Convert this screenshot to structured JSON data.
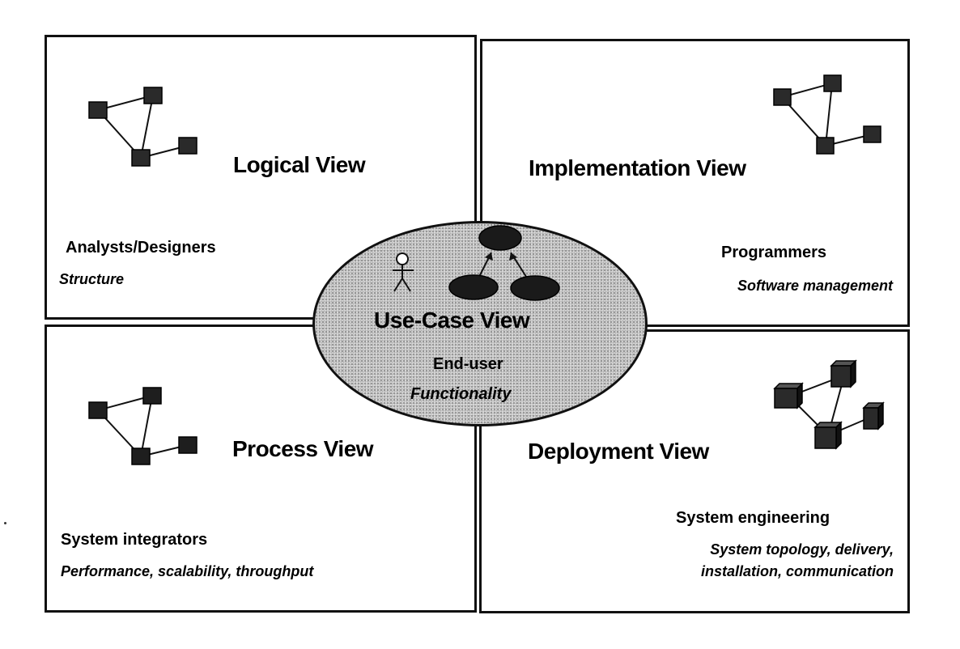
{
  "views": {
    "logical": {
      "title": "Logical View",
      "role": "Analysts/Designers",
      "concern_lines": [
        "Structure"
      ]
    },
    "implementation": {
      "title": "Implementation View",
      "role": "Programmers",
      "concern_lines": [
        "Software management"
      ]
    },
    "process": {
      "title": "Process View",
      "role": "System integrators",
      "concern_lines": [
        "Performance, scalability, throughput"
      ]
    },
    "deployment": {
      "title": "Deployment View",
      "role": "System engineering",
      "concern_lines": [
        "System topology, delivery,",
        "installation, communication"
      ]
    },
    "use_case": {
      "title": "Use-Case View",
      "role": "End-user",
      "concern_lines": [
        "Functionality"
      ]
    }
  },
  "icons": {
    "logical": "class-diagram-icon",
    "implementation": "component-diagram-icon",
    "process": "process-diagram-icon",
    "deployment": "deployment-nodes-icon",
    "use_case_actor": "actor-icon",
    "use_case_ovals": "use-case-icon"
  },
  "colors": {
    "border": "#111111",
    "node_fill": "#2a2a2a",
    "ellipse_fill": "#d6d6d6"
  }
}
